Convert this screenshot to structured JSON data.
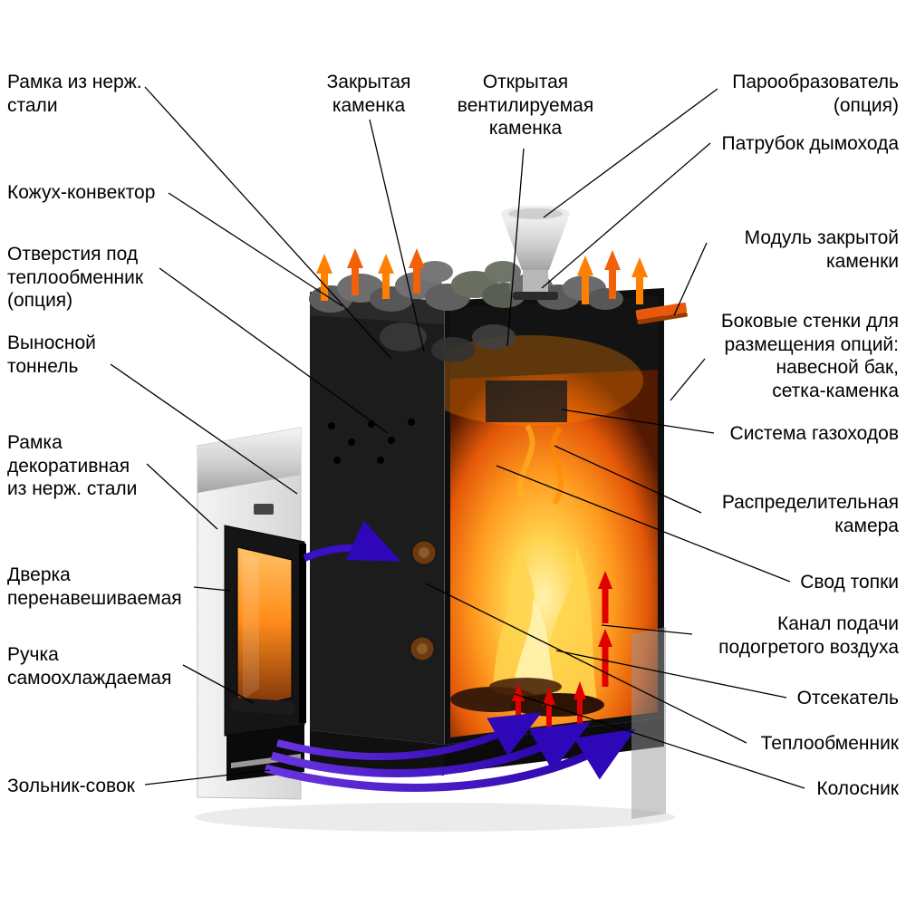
{
  "colors": {
    "hot_air_arrow": "#ff7f00",
    "hot_air_arrow_alt": "#f2600a",
    "heated_air_arrow": "#e00000",
    "cold_air_arrow": "#2e08b8",
    "leader_line": "#000000",
    "label_text": "#000000",
    "fire_glow": "#ff9a1f"
  },
  "labels": {
    "left": [
      {
        "id": "ramka-nerzh",
        "text": "Рамка из нерж.\nстали"
      },
      {
        "id": "kozhuh",
        "text": "Кожух-конвектор"
      },
      {
        "id": "otverstiya",
        "text": "Отверстия под\nтеплообменник\n(опция)"
      },
      {
        "id": "vynosnoy",
        "text": "Выносной\nтоннель"
      },
      {
        "id": "ramka-dekor",
        "text": "Рамка\nдекоративная\nиз нерж. стали"
      },
      {
        "id": "dverka",
        "text": "Дверка\nперенавешиваемая"
      },
      {
        "id": "ruchka",
        "text": "Ручка\nсамоохлаждаемая"
      },
      {
        "id": "zolnik",
        "text": "Зольник-совок"
      }
    ],
    "top": [
      {
        "id": "zakrytaya",
        "text": "Закрытая\nкаменка"
      },
      {
        "id": "otkrytaya",
        "text": "Открытая\nвентилируемая\nкаменка"
      }
    ],
    "right": [
      {
        "id": "paroobrazovatel",
        "text": "Парообразователь\n(опция)"
      },
      {
        "id": "patrubok",
        "text": "Патрубок дымохода"
      },
      {
        "id": "modul",
        "text": "Модуль закрытой\nкаменки"
      },
      {
        "id": "bokovye",
        "text": "Боковые стенки для\nразмещения опций:\nнавесной бак,\nсетка-каменка"
      },
      {
        "id": "sistema",
        "text": "Система газоходов"
      },
      {
        "id": "raspred",
        "text": "Распределительная\nкамера"
      },
      {
        "id": "svod",
        "text": "Свод топки"
      },
      {
        "id": "kanal",
        "text": "Канал подачи\nподогретого воздуха"
      },
      {
        "id": "otsekatel",
        "text": "Отсекатель"
      },
      {
        "id": "teploobmennik",
        "text": "Теплообменник"
      },
      {
        "id": "kolosnik",
        "text": "Колосник"
      }
    ]
  }
}
